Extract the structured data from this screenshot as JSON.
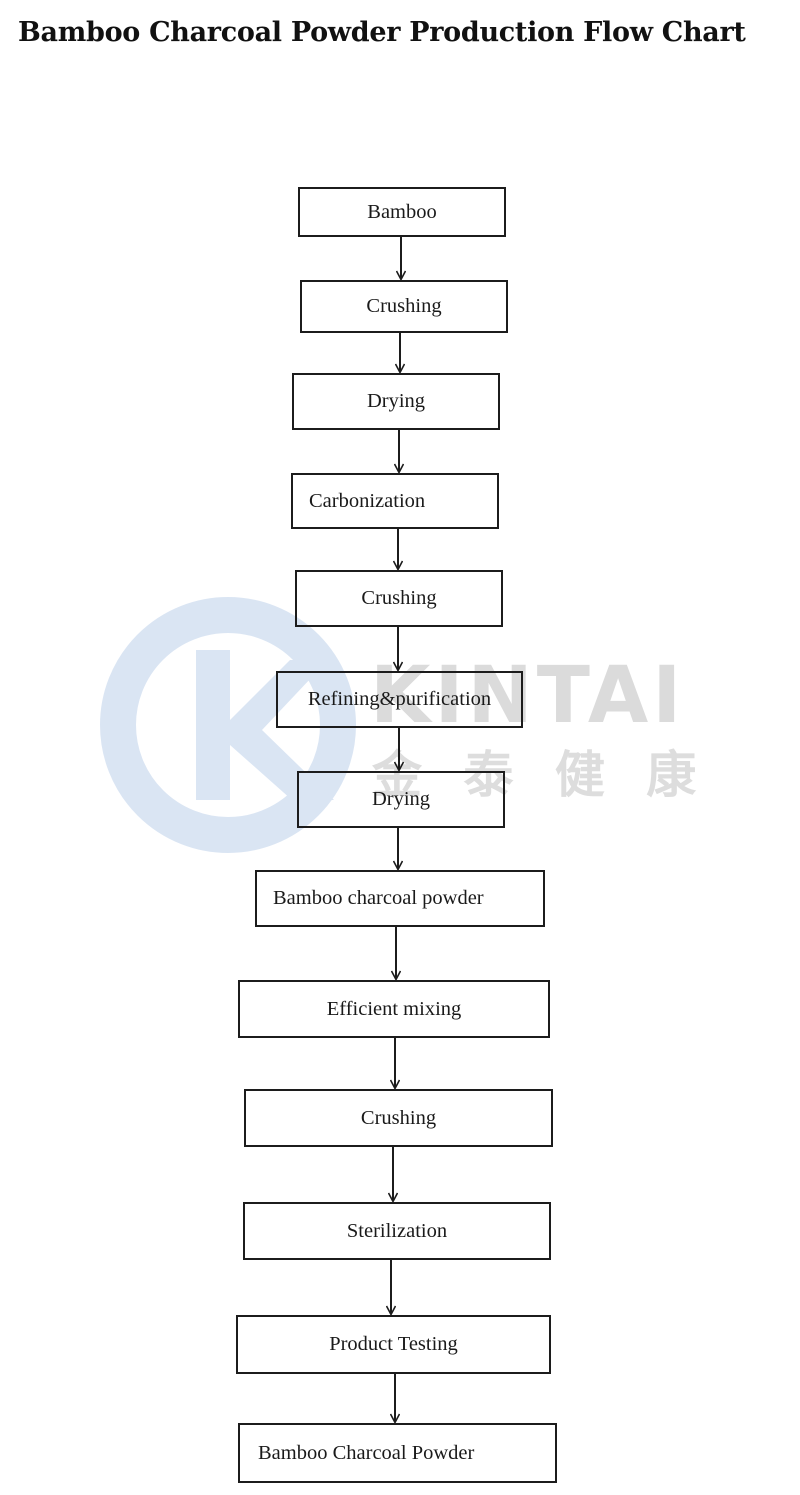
{
  "title": "Bamboo Charcoal Powder Production Flow Chart",
  "watermark": {
    "brand": "KINTAI",
    "chinese": "金 泰 健 康",
    "color": "#c9d6e8"
  },
  "steps": [
    "Bamboo",
    "Crushing",
    "Drying",
    "Carbonization",
    "Crushing",
    "Refining&purification",
    "Drying",
    "Bamboo charcoal powder",
    "Efficient mixing",
    "Crushing",
    "Sterilization",
    "Product Testing",
    "Bamboo Charcoal Powder"
  ],
  "colors": {
    "line": "#1c1c1c",
    "text": "#1a1a1a"
  }
}
